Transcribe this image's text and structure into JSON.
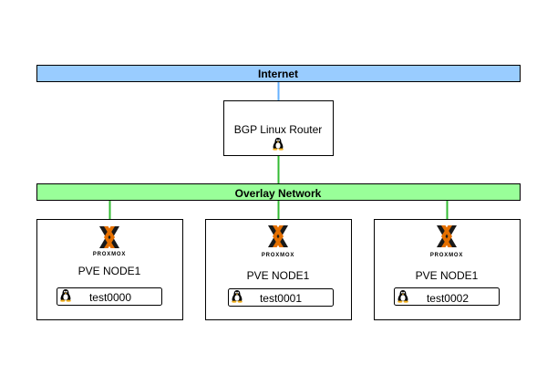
{
  "internet": {
    "label": "Internet"
  },
  "router": {
    "label": "BGP Linux Router",
    "icon": "linux-tux-icon"
  },
  "overlay": {
    "label": "Overlay Network"
  },
  "nodes": [
    {
      "label": "PVE NODE1",
      "brand": "PROXMOX",
      "vm": {
        "label": "test0000",
        "icon": "linux-tux-icon"
      }
    },
    {
      "label": "PVE NODE1",
      "brand": "PROXMOX",
      "vm": {
        "label": "test0001",
        "icon": "linux-tux-icon"
      }
    },
    {
      "label": "PVE NODE1",
      "brand": "PROXMOX",
      "vm": {
        "label": "test0002",
        "icon": "linux-tux-icon"
      }
    }
  ],
  "colors": {
    "internet_fill": "#99CCFF",
    "internet_link": "#66B2FF",
    "overlay_fill": "#99FF99",
    "overlay_link": "#33BB33",
    "proxmox_orange": "#E57000",
    "proxmox_dark": "#1A1A1A"
  }
}
